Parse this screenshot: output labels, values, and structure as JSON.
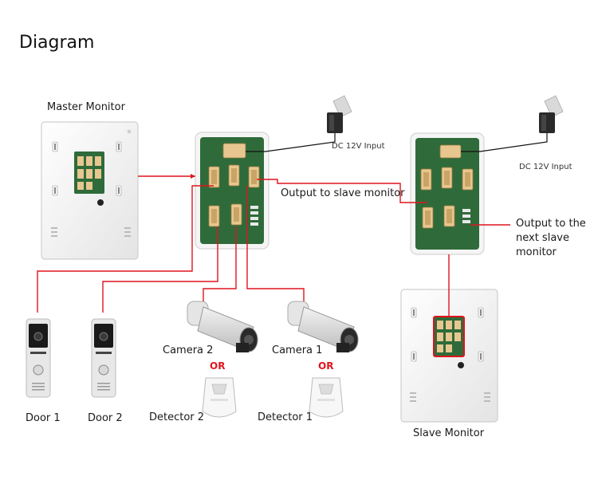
{
  "title": "Diagram",
  "labels": {
    "master_monitor": "Master Monitor",
    "slave_monitor": "Slave Monitor",
    "dc_input_1": "DC 12V Input",
    "dc_input_2": "DC 12V Input",
    "output_slave": "Output to slave monitor",
    "output_next": "Output to the next slave monitor",
    "door_1": "Door 1",
    "door_2": "Door 2",
    "camera_2": "Camera 2",
    "camera_1": "Camera 1",
    "or_1": "OR",
    "or_2": "OR",
    "detector_2": "Detector 2",
    "detector_1": "Detector 1"
  },
  "colors": {
    "wire_red": "#e0141e",
    "wire_black": "#111111",
    "pcb_green": "#2f6b3a",
    "panel_white": "#f4f4f4"
  },
  "icons": [
    "monitor-icon",
    "power-adapter-icon",
    "circuit-board-icon",
    "door-station-icon",
    "bullet-camera-icon",
    "motion-detector-icon"
  ]
}
